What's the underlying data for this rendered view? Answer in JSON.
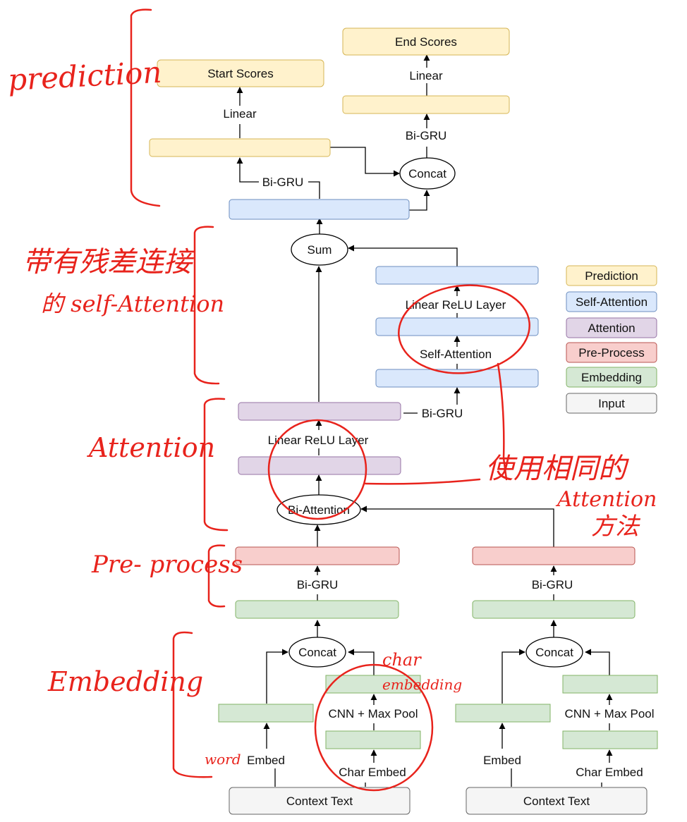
{
  "colors": {
    "prediction": {
      "fill": "#fff2cc",
      "stroke": "#d6b656"
    },
    "self_attention": {
      "fill": "#dae8fc",
      "stroke": "#6c8ebf"
    },
    "attention": {
      "fill": "#e1d5e7",
      "stroke": "#9673a6"
    },
    "pre_process": {
      "fill": "#f8cecc",
      "stroke": "#b85450"
    },
    "embedding": {
      "fill": "#d5e8d4",
      "stroke": "#82b366"
    },
    "input": {
      "fill": "#f5f5f5",
      "stroke": "#666666"
    },
    "annotation": "#e8231c"
  },
  "prediction": {
    "start_scores": "Start Scores",
    "end_scores": "End Scores",
    "linear_start": "Linear",
    "linear_end": "Linear",
    "bigru_end": "Bi-GRU",
    "concat": "Concat",
    "bigru_left": "Bi-GRU"
  },
  "self_attention": {
    "sum": "Sum",
    "linear_relu": "Linear ReLU Layer",
    "self_attention": "Self-Attention"
  },
  "attention": {
    "bigru": "Bi-GRU",
    "linear_relu": "Linear ReLU Layer",
    "bi_attention": "Bi-Attention"
  },
  "pre_process": {
    "bigru_left": "Bi-GRU",
    "bigru_right": "Bi-GRU"
  },
  "embedding": {
    "concat_left": "Concat",
    "concat_right": "Concat",
    "cnn_left": "CNN + Max Pool",
    "cnn_right": "CNN + Max Pool",
    "embed_left": "Embed",
    "embed_right": "Embed",
    "char_embed_left": "Char Embed",
    "char_embed_right": "Char Embed"
  },
  "input": {
    "context_left": "Context Text",
    "context_right": "Context Text"
  },
  "legend": {
    "prediction": "Prediction",
    "self_attention": "Self-Attention",
    "attention": "Attention",
    "pre_process": "Pre-Process",
    "embedding": "Embedding",
    "input": "Input"
  },
  "annotations": {
    "prediction": "prediction",
    "residual_line1": "带有残差连接",
    "residual_line2": "的 self-Attention",
    "attention": "Attention",
    "pre_process": "Pre- process",
    "embedding": "Embedding",
    "same_line1": "使用相同的",
    "same_line2": "Attention",
    "same_line3": "方法",
    "char_embedding_line1": "char",
    "char_embedding_line2": "embedding",
    "word": "word"
  }
}
